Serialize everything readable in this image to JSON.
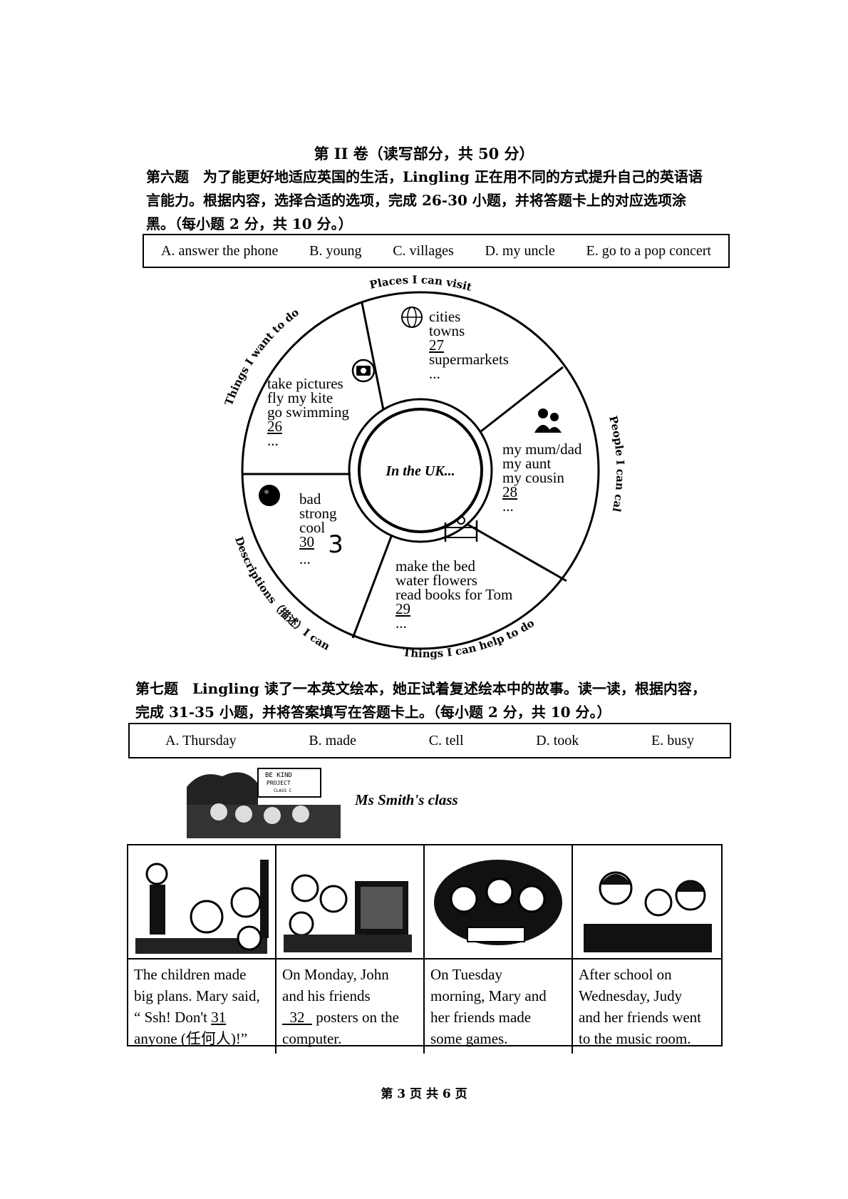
{
  "header": {
    "title": "第 II 卷（读写部分，共 50 分）"
  },
  "section6": {
    "instruction": "第六题　为了能更好地适应英国的生活，Lingling 正在用不同的方式提升自己的英语语言能力。根据内容，选择合适的选项，完成 26-30 小题，并将答题卡上的对应选项涂黑。（每小题 2 分，共 10 分。）",
    "options": [
      "A. answer the phone",
      "B. young",
      "C. villages",
      "D. my uncle",
      "E. go to a pop concert"
    ],
    "center": "In the UK...",
    "segments": {
      "places": {
        "label": "Places I can visit",
        "icon": "globe-icon",
        "items": [
          "cities",
          "towns",
          "27",
          "supermarkets",
          "..."
        ]
      },
      "people": {
        "label": "People I can call",
        "icon": "people-icon",
        "items": [
          "my mum/dad",
          "my aunt",
          "my cousin",
          "28",
          "..."
        ]
      },
      "help": {
        "label": "Things I can help to do",
        "icon": "bed-icon",
        "items": [
          "make the bed",
          "water flowers",
          "read books for Tom",
          "29",
          "..."
        ]
      },
      "descriptions": {
        "label": "Descriptions（描述）I can use",
        "icon": "ball-icon",
        "items": [
          "bad",
          "strong",
          "cool",
          "30",
          "..."
        ],
        "handwritten": "3"
      },
      "want": {
        "label": "Things I want to do",
        "icon": "camera-icon",
        "items": [
          "take pictures",
          "fly my kite",
          "go swimming",
          "26",
          "..."
        ]
      }
    }
  },
  "section7": {
    "instruction": "第七题　Lingling 读了一本英文绘本，她正试着复述绘本中的故事。读一读，根据内容，完成 31-35 小题，并将答案填写在答题卡上。（每小题 2 分，共 10 分。）",
    "options": [
      "A. Thursday",
      "B. made",
      "C. tell",
      "D. took",
      "E. busy"
    ],
    "banner_sign": [
      "BE KIND",
      "PROJECT",
      "CLASS C"
    ],
    "class_label": "Ms Smith's class",
    "panels": [
      {
        "text": [
          "The children made",
          "big plans. Mary said,",
          "“ Ssh! Don't ",
          "31",
          " anyone (任何人)!”"
        ]
      },
      {
        "text": [
          "On Monday, John",
          "and his friends",
          "",
          "32",
          " posters on the computer."
        ]
      },
      {
        "text": [
          "On Tuesday",
          "morning, Mary and",
          "her friends made",
          "some games."
        ]
      },
      {
        "text": [
          "After school on",
          "Wednesday, Judy",
          "and her friends went",
          "to the music room."
        ]
      }
    ]
  },
  "footer": {
    "page": "第 3 页 共 6 页"
  }
}
